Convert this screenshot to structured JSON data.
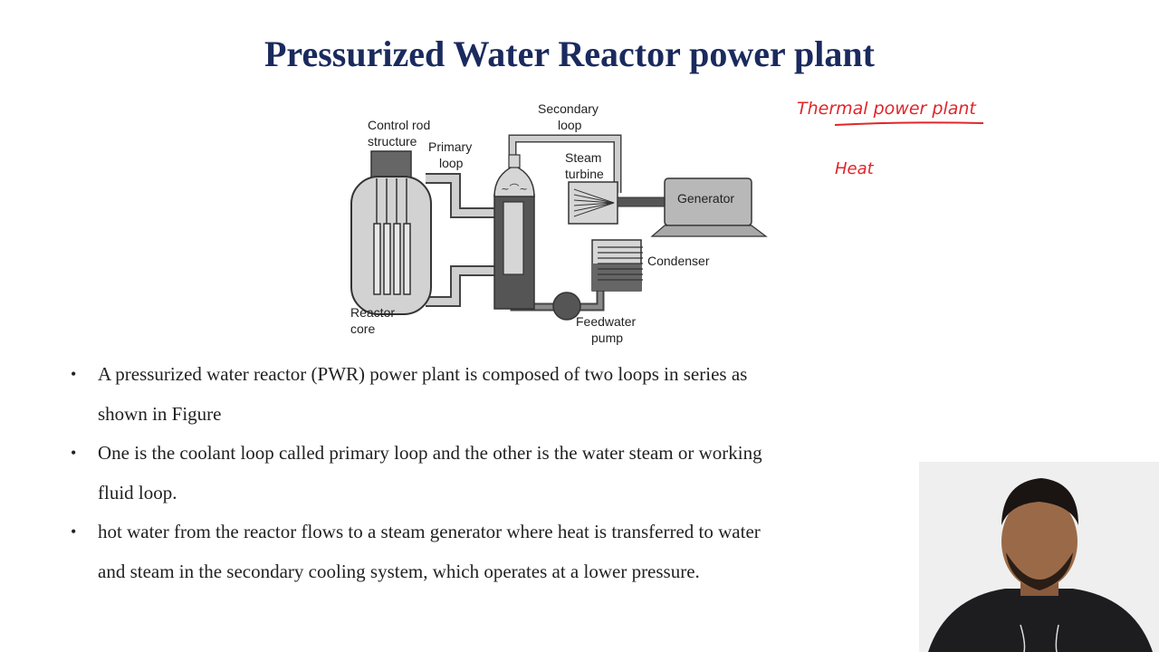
{
  "slide": {
    "title": "Pressurized Water Reactor power plant",
    "diagram": {
      "labels": {
        "control_rod": "Control rod",
        "structure": "structure",
        "primary": "Primary",
        "primary_loop": "loop",
        "secondary": "Secondary",
        "secondary_loop": "loop",
        "steam": "Steam",
        "turbine": "turbine",
        "generator": "Generator",
        "condenser": "Condenser",
        "reactor": "Reactor",
        "core": "core",
        "feedwater": "Feedwater",
        "pump": "pump"
      }
    },
    "bullets": [
      {
        "marker": "•",
        "lines": [
          "A pressurized water reactor (PWR) power plant is composed of two loops in series as",
          "shown in Figure"
        ]
      },
      {
        "marker": "•",
        "lines": [
          "One is the coolant loop called primary loop and the other is the water steam or working",
          "fluid loop."
        ]
      },
      {
        "marker": "•",
        "lines": [
          "hot water from the reactor flows to a steam generator where heat is transferred to water",
          "and steam in the secondary cooling system, which operates at a lower pressure."
        ]
      }
    ]
  },
  "annotations": {
    "line1": "Thermal  power  plant",
    "line2": "Heat",
    "color": "#e0262a"
  }
}
